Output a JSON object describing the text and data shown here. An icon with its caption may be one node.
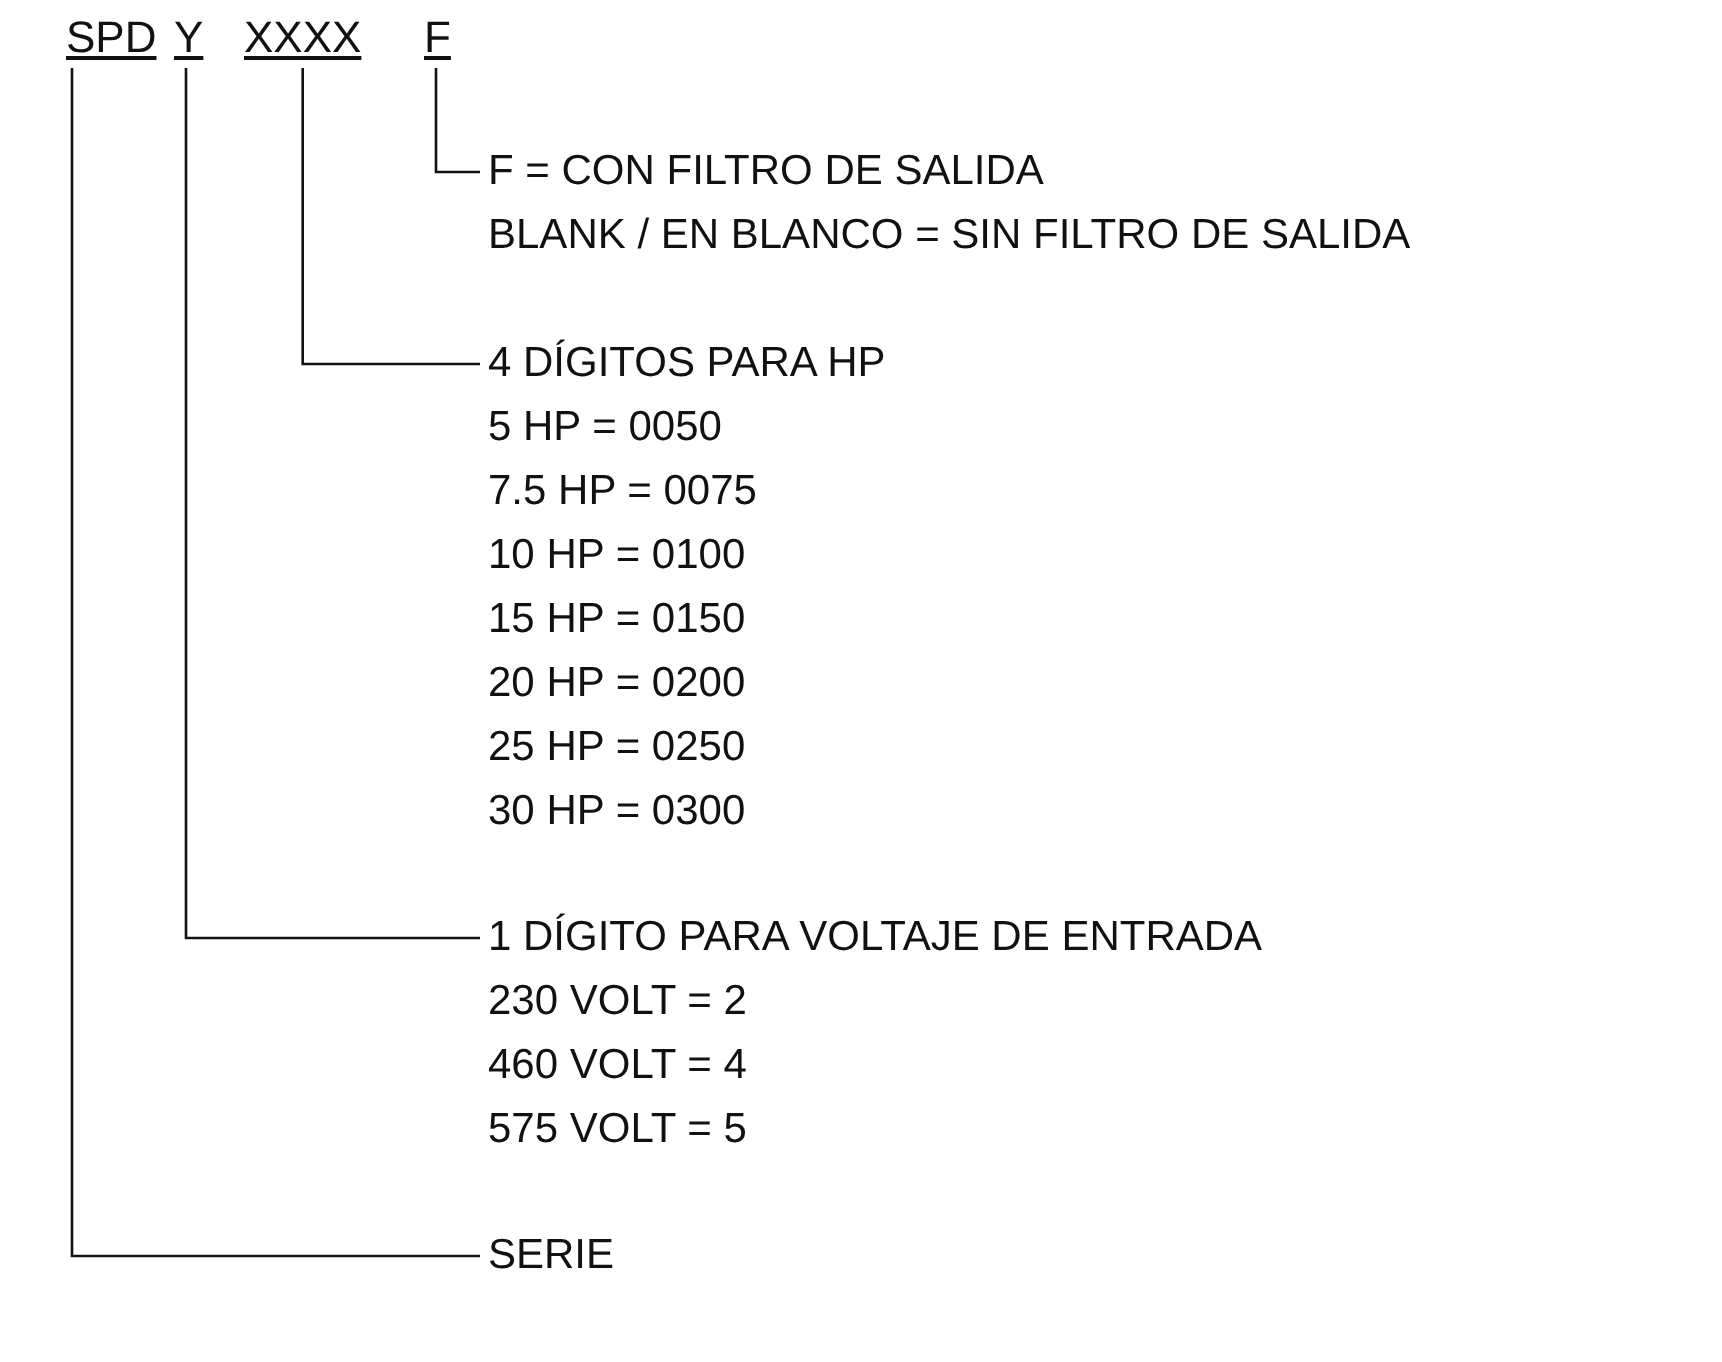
{
  "diagram": {
    "nodes": [
      {
        "text": [
          "SPD"
        ]
      },
      {
        "text": [
          "Y"
        ]
      },
      {
        "text": [
          "XXXX"
        ]
      },
      {
        "text": [
          "F"
        ]
      },
      {
        "text": [
          "F = CON FILTRO DE SALIDA",
          "BLANK / EN BLANCO = SIN FILTRO DE SALIDA"
        ]
      },
      {
        "text": [
          "4 DÍGITOS PARA HP",
          "5 HP = 0050",
          "7.5 HP = 0075",
          "10 HP = 0100",
          "15 HP = 0150",
          "20 HP = 0200",
          "25 HP = 0250",
          "30 HP = 0300"
        ]
      },
      {
        "text": [
          "1 DÍGITO PARA VOLTAJE DE ENTRADA",
          "230 VOLT = 2",
          "460 VOLT = 4",
          "575 VOLT = 5"
        ]
      },
      {
        "text": [
          "SERIE"
        ]
      }
    ],
    "edges": [
      {
        "from": 3,
        "to": 4,
        "arrow": "none"
      },
      {
        "from": 2,
        "to": 5,
        "arrow": "none"
      },
      {
        "from": 1,
        "to": 6,
        "arrow": "none"
      },
      {
        "from": 0,
        "to": 7,
        "arrow": "none"
      }
    ]
  }
}
